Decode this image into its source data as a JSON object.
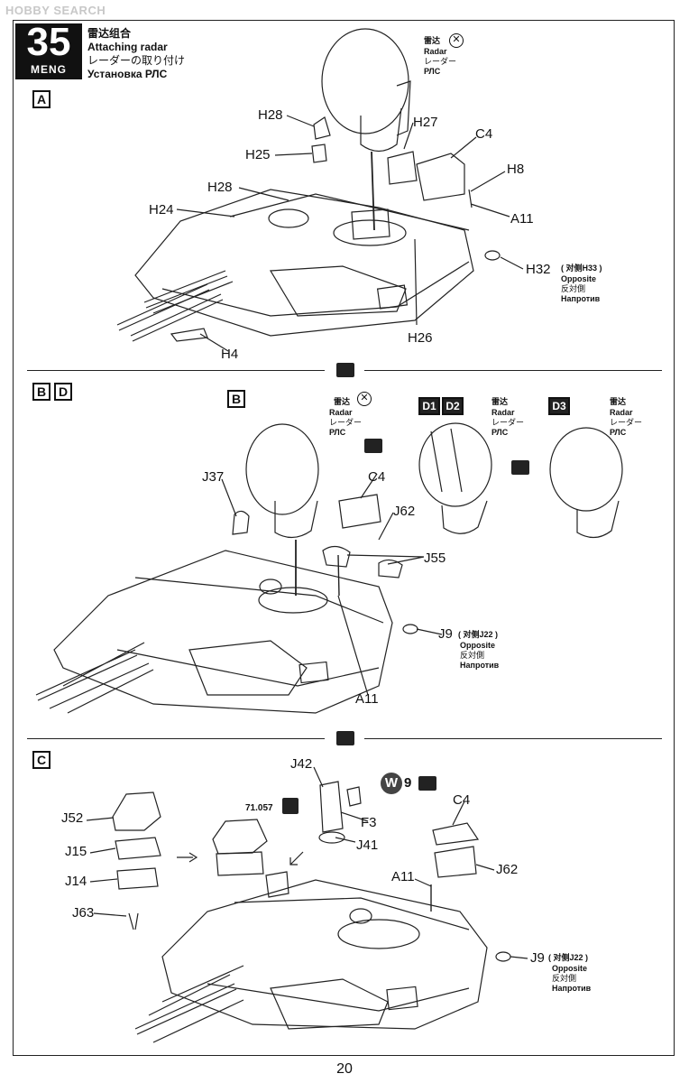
{
  "watermark": "HOBBY SEARCH",
  "step": {
    "number": "35",
    "brand": "MENG",
    "title_zh": "雷达组合",
    "title_en": "Attaching radar",
    "title_jp": "レーダーの取り付け",
    "title_ru": "Установка РЛС"
  },
  "radar_label": {
    "zh": "雷达",
    "en": "Radar",
    "jp": "レーダー",
    "ru": "РЛС"
  },
  "opposite_label": {
    "en": "Opposite",
    "jp": "反対側",
    "ru": "Напротив",
    "zh": "对侧"
  },
  "panel_a": {
    "tag": "A",
    "parts": {
      "h28a": "H28",
      "h25": "H25",
      "h27": "H27",
      "c4": "C4",
      "h8": "H8",
      "h28b": "H28",
      "h24": "H24",
      "a11": "A11",
      "h32": "H32",
      "h33": "H33",
      "h26": "H26",
      "h4": "H4"
    }
  },
  "panel_bd": {
    "tags": [
      "B",
      "D"
    ],
    "b_tag": "B",
    "d_tags": [
      "D1",
      "D2",
      "D3"
    ],
    "parts": {
      "j37": "J37",
      "c4": "C4",
      "j62": "J62",
      "j55": "J55",
      "j9": "J9",
      "j22": "J22",
      "a11": "A11"
    }
  },
  "panel_c": {
    "tag": "C",
    "paint_code": "71.057",
    "w_badge": "W",
    "w_number": "9",
    "parts": {
      "j42": "J42",
      "j52": "J52",
      "f3": "F3",
      "j41": "J41",
      "c4": "C4",
      "j15": "J15",
      "j14": "J14",
      "j62": "J62",
      "a11": "A11",
      "j63": "J63",
      "j9": "J9",
      "j22": "J22"
    }
  },
  "page_number": "20"
}
